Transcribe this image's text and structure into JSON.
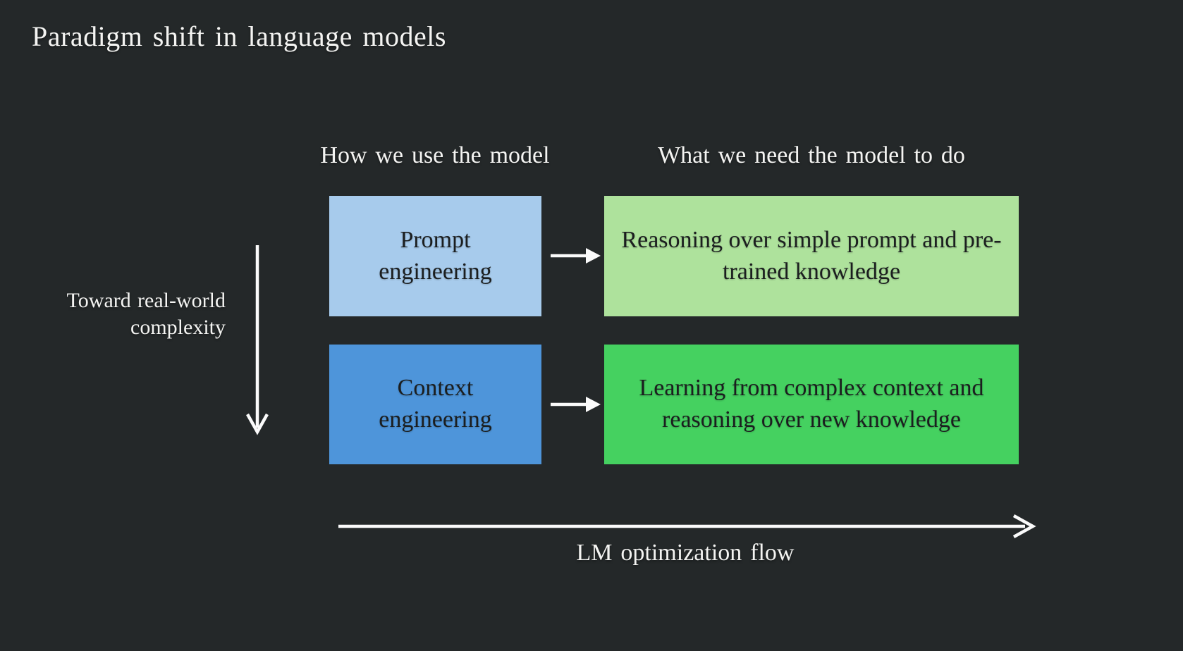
{
  "title": "Paradigm shift in language models",
  "headers": {
    "left": "How we use the model",
    "right": "What we need the model to do"
  },
  "rows": [
    {
      "method": "Prompt engineering",
      "outcome": "Reasoning over simple prompt and pre-trained knowledge"
    },
    {
      "method": "Context engineering",
      "outcome": "Learning from complex context and reasoning over new knowledge"
    }
  ],
  "axes": {
    "vertical_label": "Toward real-world complexity",
    "horizontal_label": "LM optimization flow"
  },
  "icons": {
    "vertical_axis": "down-arrow",
    "row_connector": "right-arrow",
    "horizontal_axis": "right-arrow"
  },
  "colors": {
    "background": "#242829",
    "light_text": "#f4f4f2",
    "dark_text": "#1b1e1f",
    "arrow": "#fbfbfb",
    "prompt_box": "#a7cbec",
    "context_box": "#4e95da",
    "reasoning_box": "#aee29c",
    "learning_box": "#45d160"
  }
}
